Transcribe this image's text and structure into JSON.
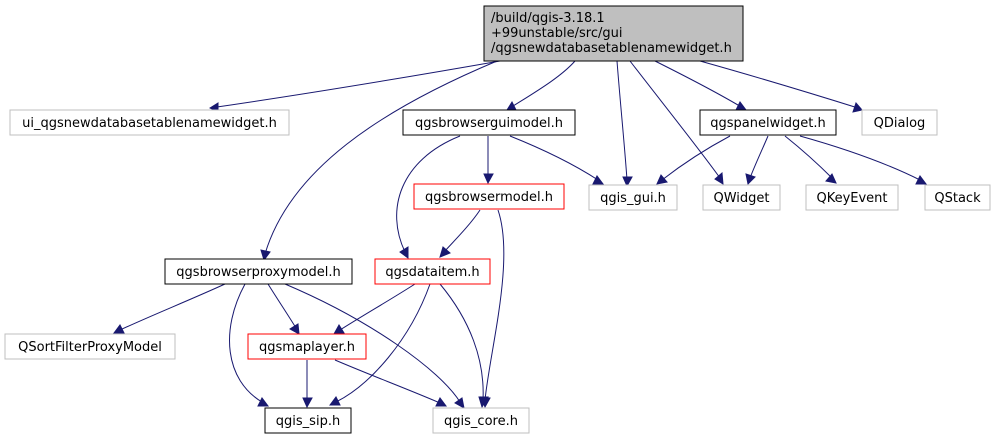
{
  "colors": {
    "edge": "#191970",
    "root_fill": "#bfbfbf",
    "documented_border": "#000000",
    "undocumented_border": "#bfbfbf",
    "incomplete_border": "#ff0000",
    "background": "#ffffff"
  },
  "nodes": {
    "root": {
      "lines": [
        "/build/qgis-3.18.1",
        "+99unstable/src/gui",
        "/qgsnewdatabasetablenamewidget.h"
      ],
      "style": "root"
    },
    "ui_widget": {
      "label": "ui_qgsnewdatabasetablenamewidget.h",
      "style": "undocumented"
    },
    "browserguimodel": {
      "label": "qgsbrowserguimodel.h",
      "style": "documented"
    },
    "panelwidget": {
      "label": "qgspanelwidget.h",
      "style": "documented"
    },
    "qdialog": {
      "label": "QDialog",
      "style": "undocumented"
    },
    "browsermodel": {
      "label": "qgsbrowsermodel.h",
      "style": "incomplete"
    },
    "qgis_gui": {
      "label": "qgis_gui.h",
      "style": "undocumented"
    },
    "qwidget": {
      "label": "QWidget",
      "style": "undocumented"
    },
    "qkeyevent": {
      "label": "QKeyEvent",
      "style": "undocumented"
    },
    "qstack": {
      "label": "QStack",
      "style": "undocumented"
    },
    "browserproxymodel": {
      "label": "qgsbrowserproxymodel.h",
      "style": "documented"
    },
    "dataitem": {
      "label": "qgsdataitem.h",
      "style": "incomplete"
    },
    "qsortfilter": {
      "label": "QSortFilterProxyModel",
      "style": "undocumented"
    },
    "maplayer": {
      "label": "qgsmaplayer.h",
      "style": "incomplete"
    },
    "qgis_sip": {
      "label": "qgis_sip.h",
      "style": "documented"
    },
    "qgis_core": {
      "label": "qgis_core.h",
      "style": "undocumented"
    }
  },
  "edges": [
    [
      "root",
      "ui_widget"
    ],
    [
      "root",
      "browserguimodel"
    ],
    [
      "root",
      "panelwidget"
    ],
    [
      "root",
      "qdialog"
    ],
    [
      "root",
      "qgis_gui"
    ],
    [
      "root",
      "qwidget"
    ],
    [
      "root",
      "browserproxymodel"
    ],
    [
      "browserguimodel",
      "browsermodel"
    ],
    [
      "browserguimodel",
      "qgis_gui"
    ],
    [
      "browserguimodel",
      "dataitem"
    ],
    [
      "panelwidget",
      "qgis_gui"
    ],
    [
      "panelwidget",
      "qwidget"
    ],
    [
      "panelwidget",
      "qkeyevent"
    ],
    [
      "panelwidget",
      "qstack"
    ],
    [
      "browsermodel",
      "dataitem"
    ],
    [
      "browsermodel",
      "qgis_core"
    ],
    [
      "browserproxymodel",
      "qsortfilter"
    ],
    [
      "browserproxymodel",
      "maplayer"
    ],
    [
      "browserproxymodel",
      "qgis_sip"
    ],
    [
      "browserproxymodel",
      "qgis_core"
    ],
    [
      "dataitem",
      "maplayer"
    ],
    [
      "dataitem",
      "qgis_sip"
    ],
    [
      "dataitem",
      "qgis_core"
    ],
    [
      "maplayer",
      "qgis_sip"
    ],
    [
      "maplayer",
      "qgis_core"
    ]
  ]
}
